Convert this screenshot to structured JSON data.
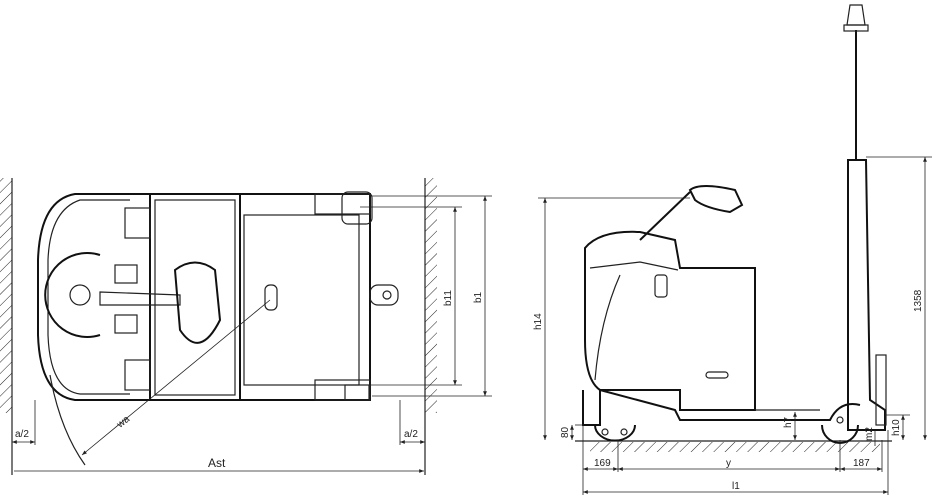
{
  "top_view": {
    "labels": {
      "aisle_half_left": "a/2",
      "aisle_half_right": "a/2",
      "aisle_width": "Ast",
      "turning_radius": "wa",
      "inner_width": "b11",
      "overall_width": "b1"
    }
  },
  "side_view": {
    "labels": {
      "height_tiller": "h14",
      "height_mast": "1358",
      "height_platform": "h7",
      "height_front": "80",
      "height_coupling": "h10",
      "ground_clearance": "m2",
      "front_overhang": "169",
      "wheelbase": "y",
      "rear_overhang": "187",
      "overall_length": "l1"
    }
  }
}
